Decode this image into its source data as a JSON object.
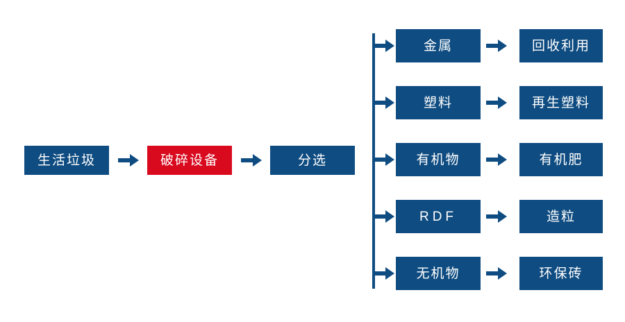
{
  "colors": {
    "primary": "#0f4c81",
    "accent": "#d9091e",
    "background": "#ffffff",
    "text": "#ffffff"
  },
  "main_chain": [
    {
      "id": "waste",
      "label": "生活垃圾",
      "style": "primary"
    },
    {
      "id": "crusher",
      "label": "破碎设备",
      "style": "accent"
    },
    {
      "id": "sorting",
      "label": "分选",
      "style": "primary"
    }
  ],
  "branches": [
    {
      "id": "metal",
      "material": "金属",
      "product": "回收利用",
      "latin": false
    },
    {
      "id": "plastic",
      "material": "塑料",
      "product": "再生塑料",
      "latin": false
    },
    {
      "id": "organic",
      "material": "有机物",
      "product": "有机肥",
      "latin": false
    },
    {
      "id": "rdf",
      "material": "RDF",
      "product": "造粒",
      "latin": true
    },
    {
      "id": "inorganic",
      "material": "无机物",
      "product": "环保砖",
      "latin": false
    }
  ],
  "icons": {
    "arrow": "arrow-right-icon",
    "trunk": "vertical-trunk-line",
    "stub": "branch-connector-line"
  }
}
